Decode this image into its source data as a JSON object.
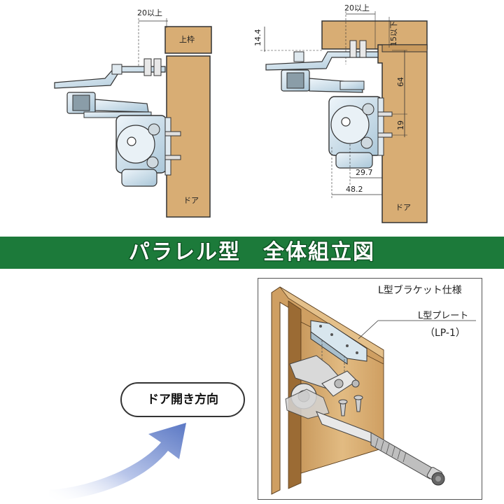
{
  "banner": {
    "title": "パラレル型　全体組立図"
  },
  "left_drawing": {
    "frame_label": "上枠",
    "door_label": "ドア",
    "clearance_label": "20以上"
  },
  "right_drawing": {
    "door_label": "ドア",
    "clearance_top": "20以上",
    "clearance_side": "15以下",
    "dim_14_4": "14.4",
    "dim_64": "64",
    "dim_19": "19",
    "dim_29_7": "29.7",
    "dim_48_2": "48.2"
  },
  "door_direction_label": "ドア開き方向",
  "bracket_box": {
    "title": "L型ブラケット仕様",
    "plate_label": "L型プレート",
    "plate_code": "（LP-1）"
  },
  "colors": {
    "banner": "#1c7a3a",
    "wood": "#d8ad74",
    "metal": "#c9dde8",
    "arrow": "#6c86c9"
  }
}
